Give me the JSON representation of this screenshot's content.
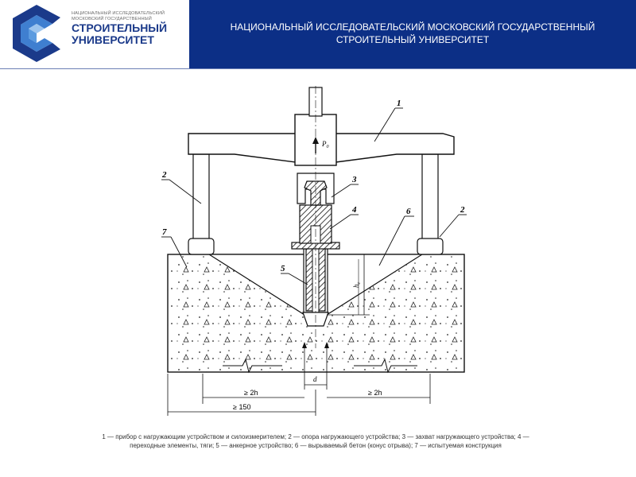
{
  "header": {
    "logo_small": "НАЦИОНАЛЬНЫЙ ИССЛЕДОВАТЕЛЬСКИЙ МОСКОВСКИЙ ГОСУДАРСТВЕННЫЙ",
    "logo_big": "СТРОИТЕЛЬНЫЙ УНИВЕРСИТЕТ",
    "title": "НАЦИОНАЛЬНЫЙ ИССЛЕДОВАТЕЛЬСКИЙ МОСКОВСКИЙ ГОСУДАРСТВЕННЫЙ\nСТРОИТЕЛЬНЫЙ   УНИВЕРСИТЕТ",
    "colors": {
      "bar": "#0c2f86",
      "logo": "#1b3a8a"
    }
  },
  "diagram": {
    "labels": {
      "l1": "1",
      "l2a": "2",
      "l2b": "2",
      "l3": "3",
      "l4": "4",
      "l5": "5",
      "l6": "6",
      "l7": "7",
      "force": "P",
      "force_sub": "0",
      "h": "h",
      "h_sub": "c"
    },
    "dims": {
      "d": "d",
      "left": "≥ 2h",
      "right": "≥ 2h",
      "bottom": "≥ 150"
    }
  },
  "caption": "1 — прибор с нагружающим устройством и силоизмерителем; 2 — опора нагружающего устройства; 3 — захват нагружающего устройства; 4 — переходные элементы, тяги; 5 — анкерное устройство; 6 — вырываемый бетон (конус отрыва); 7 — испытуемая конструкция"
}
